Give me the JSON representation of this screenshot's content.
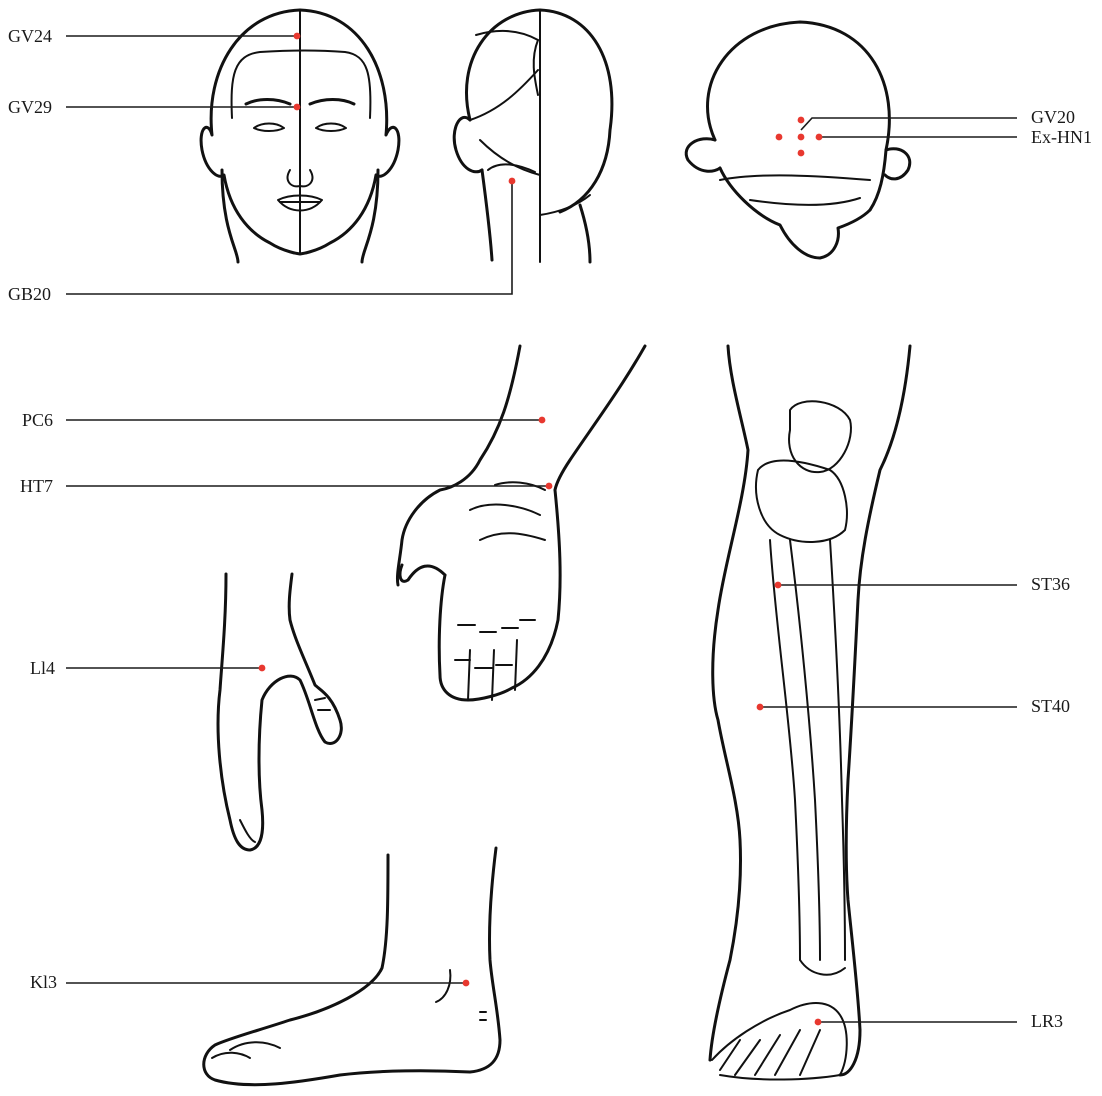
{
  "colors": {
    "point": "#e8382f",
    "line": "#111111",
    "background": "#ffffff"
  },
  "points": [
    {
      "id": "gv24",
      "label": "GV24"
    },
    {
      "id": "gv29",
      "label": "GV29"
    },
    {
      "id": "gb20",
      "label": "GB20"
    },
    {
      "id": "gv20",
      "label": "GV20"
    },
    {
      "id": "exhn1",
      "label": "Ex-HN1"
    },
    {
      "id": "pc6",
      "label": "PC6"
    },
    {
      "id": "ht7",
      "label": "HT7"
    },
    {
      "id": "li4",
      "label": "Ll4"
    },
    {
      "id": "st36",
      "label": "ST36"
    },
    {
      "id": "st40",
      "label": "ST40"
    },
    {
      "id": "ki3",
      "label": "Kl3"
    },
    {
      "id": "lr3",
      "label": "LR3"
    }
  ]
}
